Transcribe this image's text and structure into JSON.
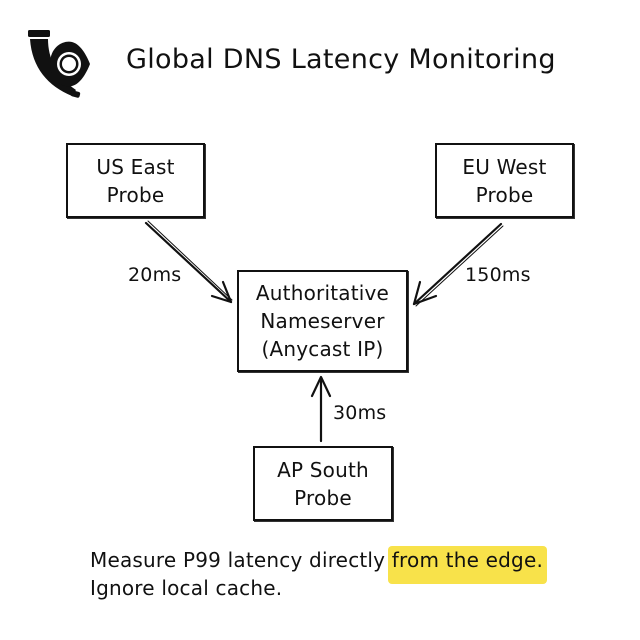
{
  "header": {
    "title": "Global DNS Latency Monitoring",
    "logo_icon": "horn-eye-logo-icon"
  },
  "nodes": {
    "us_east": {
      "line1": "US East",
      "line2": "Probe"
    },
    "eu_west": {
      "line1": "EU West",
      "line2": "Probe"
    },
    "nameserver": {
      "line1": "Authoritative",
      "line2": "Nameserver",
      "line3": "(Anycast IP)"
    },
    "ap_south": {
      "line1": "AP South",
      "line2": "Probe"
    }
  },
  "edges": {
    "us_east": {
      "label": "20ms"
    },
    "eu_west": {
      "label": "150ms"
    },
    "ap_south": {
      "label": "30ms"
    }
  },
  "note": {
    "line1_prefix": "Measure P99 latency directly ",
    "line1_highlight": "from the edge.",
    "line2": "Ignore local cache.",
    "highlight_color": "#f8e24a"
  }
}
